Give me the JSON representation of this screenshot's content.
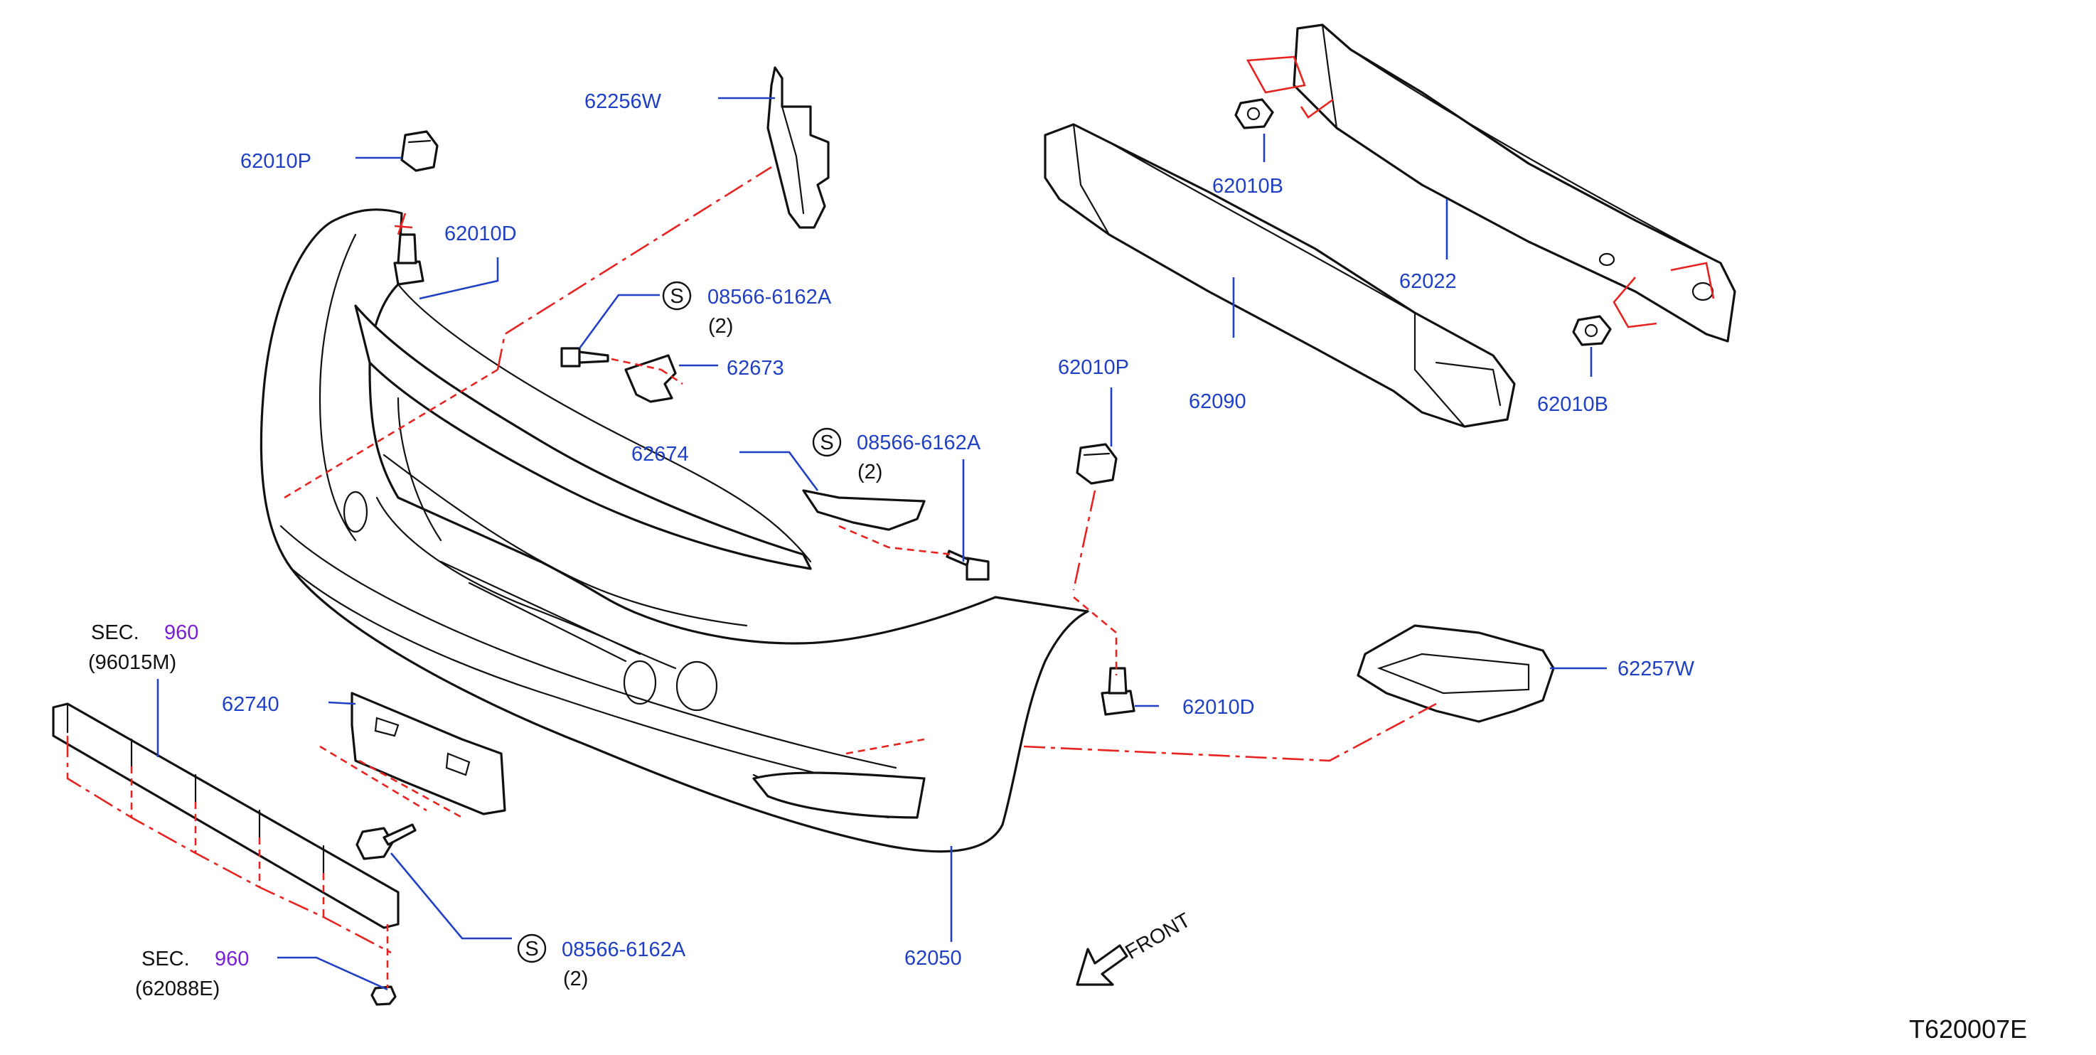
{
  "diagram": {
    "code": "T620007E",
    "colors": {
      "label": "#1f3fc4",
      "section_ref": "#7a1fd6",
      "phantom_line": "#e8231f",
      "outline": "#111111"
    },
    "parts": {
      "p62256W": "62256W",
      "p62010P_top": "62010P",
      "p62010D_top": "62010D",
      "p62673": "62673",
      "p62674": "62674",
      "p62010P_mid": "62010P",
      "p62090": "62090",
      "p62022": "62022",
      "p62010B_top": "62010B",
      "p62010B_right": "62010B",
      "p62257W": "62257W",
      "p62010D_mid": "62010D",
      "p62740": "62740",
      "p62050": "62050"
    },
    "screws": {
      "s1": {
        "symbol": "S",
        "code": "08566-6162A",
        "qty": "(2)"
      },
      "s2": {
        "symbol": "S",
        "code": "08566-6162A",
        "qty": "(2)"
      },
      "s3": {
        "symbol": "S",
        "code": "08566-6162A",
        "qty": "(2)"
      }
    },
    "sections": {
      "sec1": {
        "prefix": "SEC.",
        "number": "960",
        "ref": "(96015M)"
      },
      "sec2": {
        "prefix": "SEC.",
        "number": "960",
        "ref": "(62088E)"
      }
    },
    "front_label": "FRONT"
  }
}
